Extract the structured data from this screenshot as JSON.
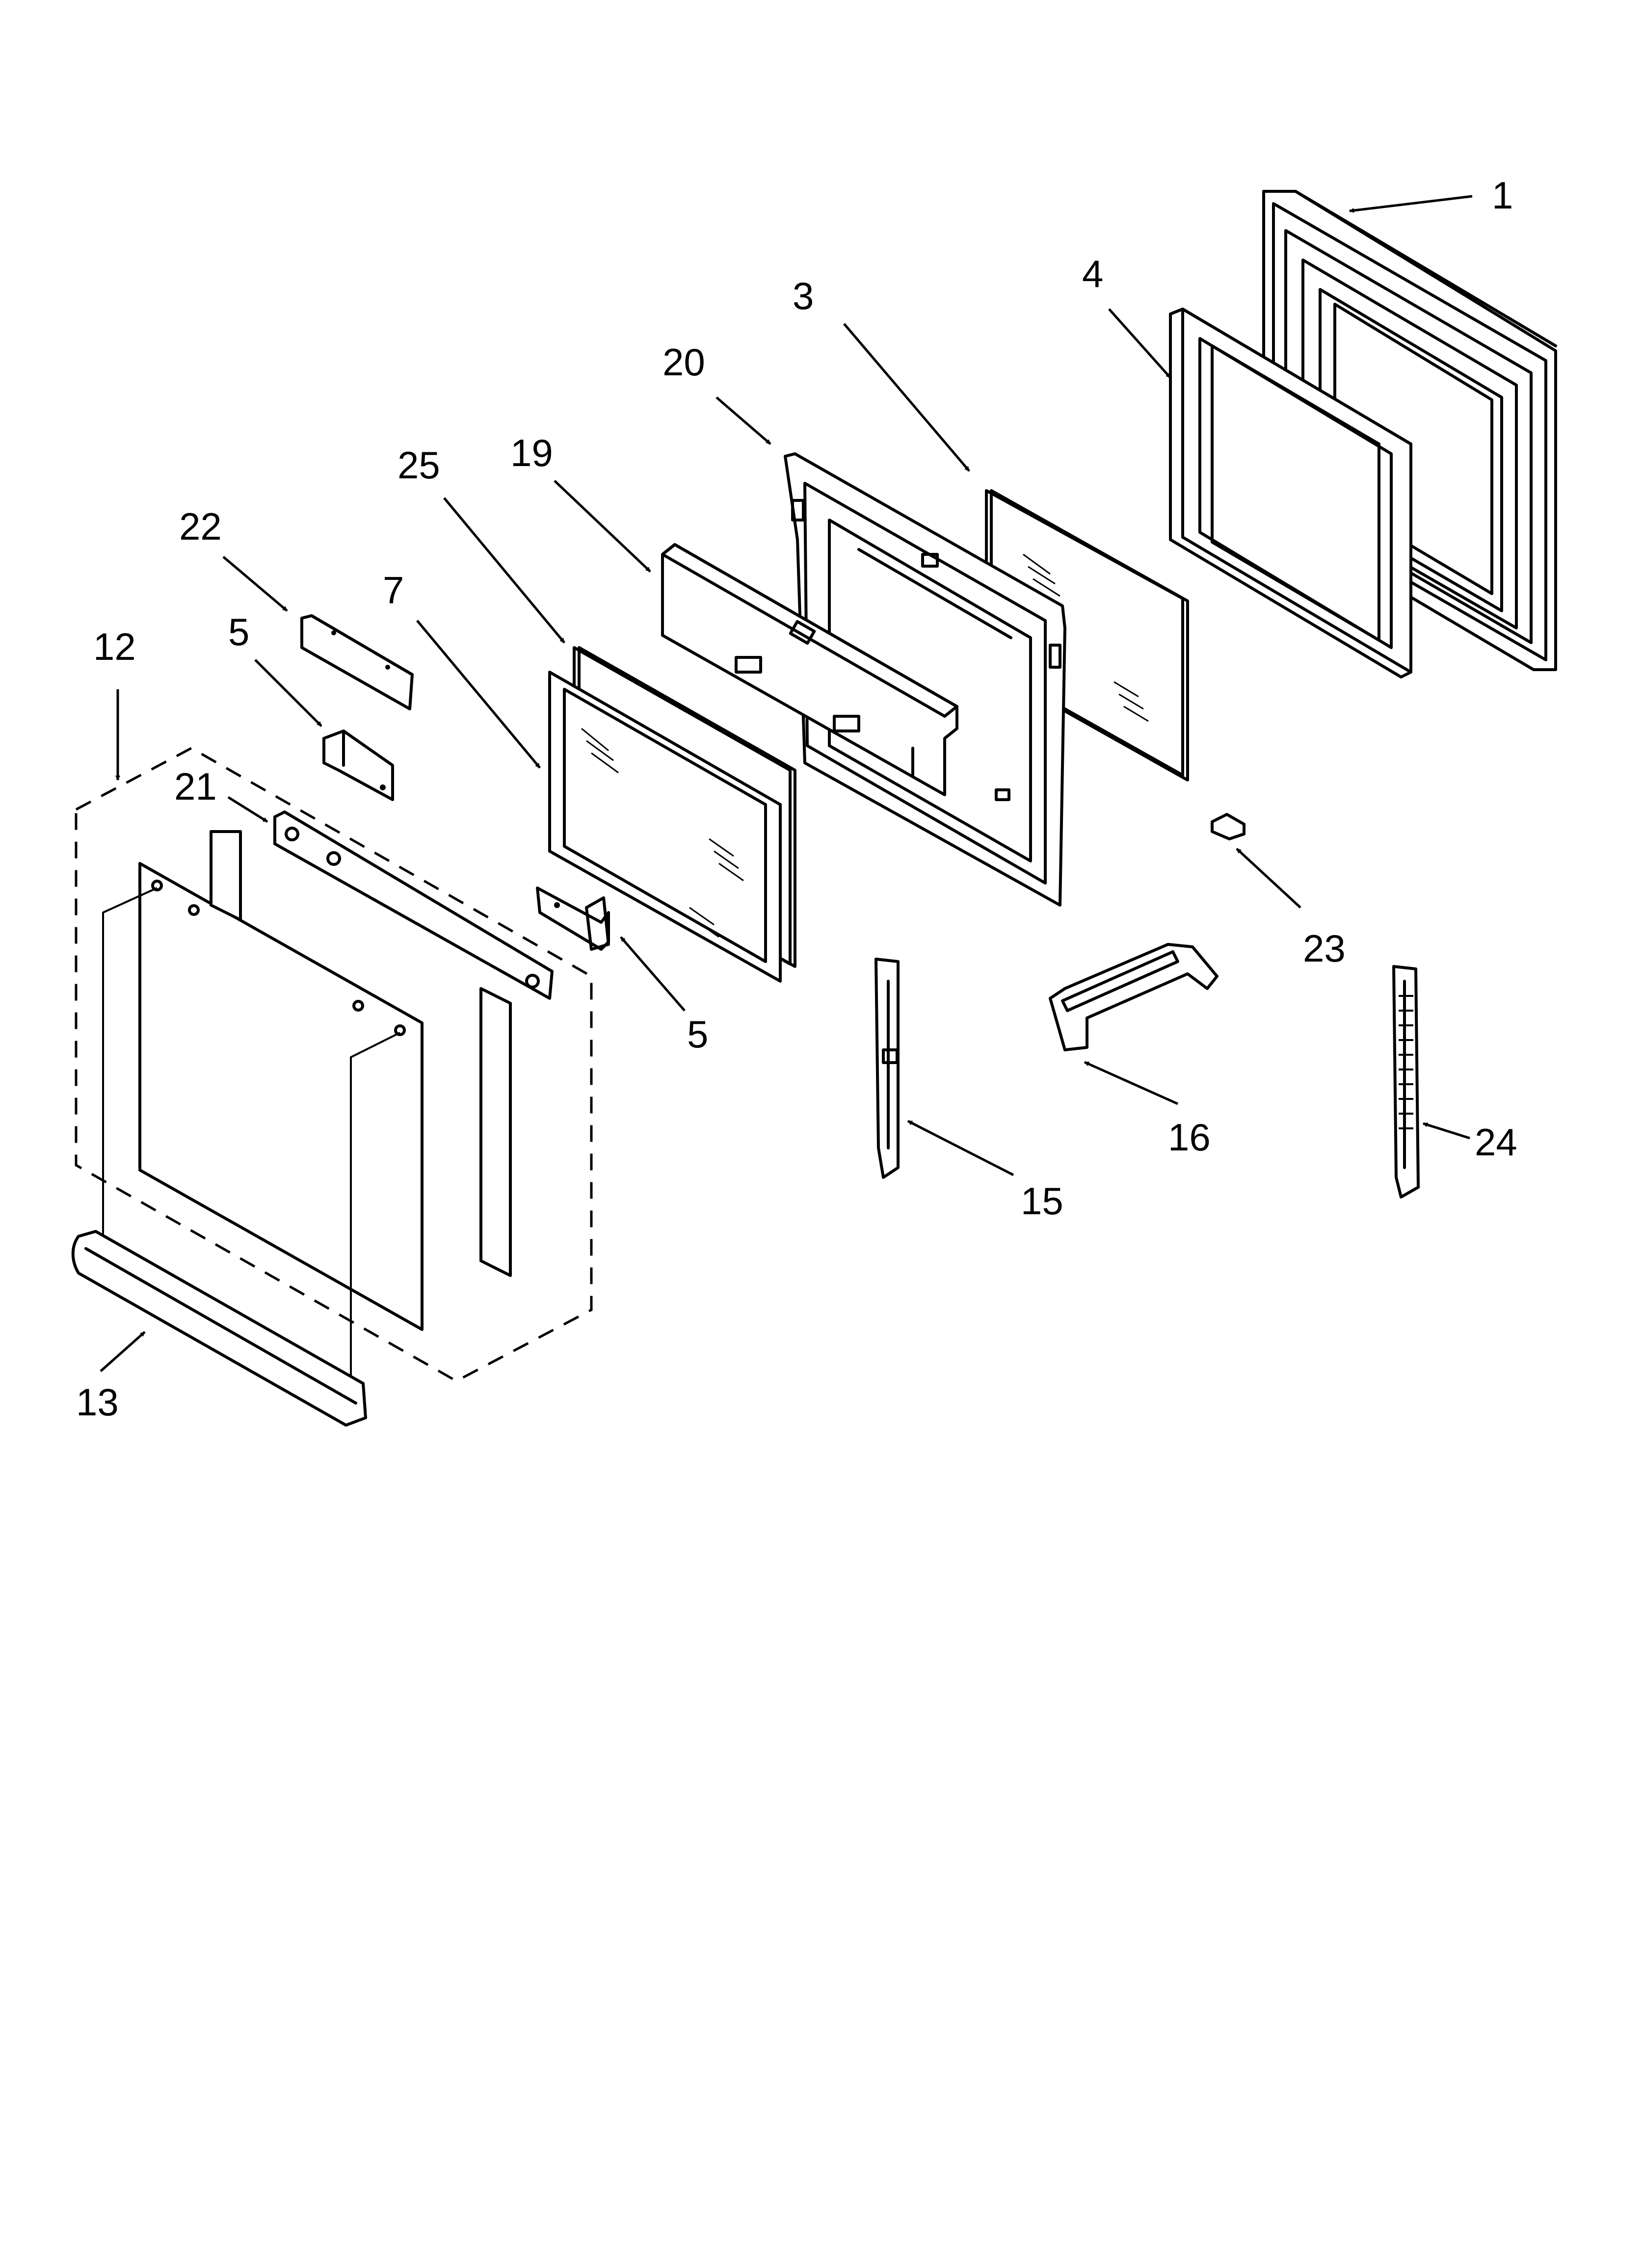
{
  "callouts": {
    "c1": "1",
    "c3": "3",
    "c4": "4",
    "c5a": "5",
    "c5b": "5",
    "c7": "7",
    "c12": "12",
    "c13": "13",
    "c15": "15",
    "c16": "16",
    "c19": "19",
    "c20": "20",
    "c21": "21",
    "c22": "22",
    "c23": "23",
    "c24": "24",
    "c25": "25"
  }
}
